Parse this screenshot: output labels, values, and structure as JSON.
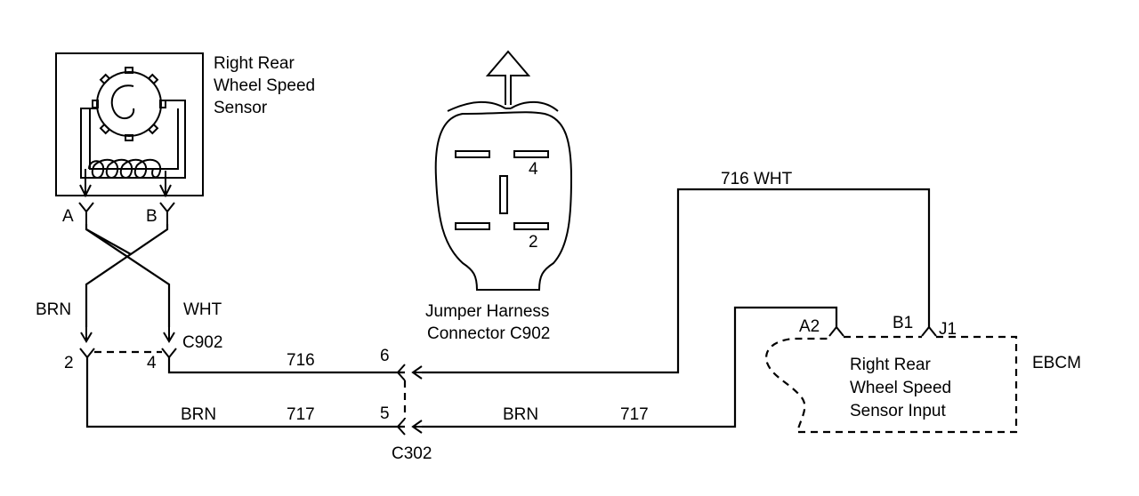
{
  "sensor": {
    "title_line1": "Right  Rear",
    "title_line2": "Wheel Speed",
    "title_line3": "Sensor",
    "pin_a": "A",
    "pin_b": "B"
  },
  "jumper_connector": {
    "label_line1": "Jumper Harness",
    "label_line2": "Connector C902",
    "cavity_upper": "4",
    "cavity_lower": "2"
  },
  "wires": {
    "brn_color": "BRN",
    "wht_color": "WHT",
    "c902_name": "C902",
    "c902_pin_2": "2",
    "c902_pin_4": "4",
    "circuit_716": "716",
    "circuit_717": "717",
    "brn_717_left": "BRN",
    "brn_717_right": "BRN",
    "circuit_717_right": "717",
    "wht_716_top": "716  WHT"
  },
  "c302": {
    "name": "C302",
    "pin_6": "6",
    "pin_5": "5"
  },
  "ebcm": {
    "name": "EBCM",
    "pin_a2": "A2",
    "pin_b1": "B1",
    "pin_j1": "J1",
    "text_line1": "Right Rear",
    "text_line2": "Wheel Speed",
    "text_line3": "Sensor Input"
  }
}
